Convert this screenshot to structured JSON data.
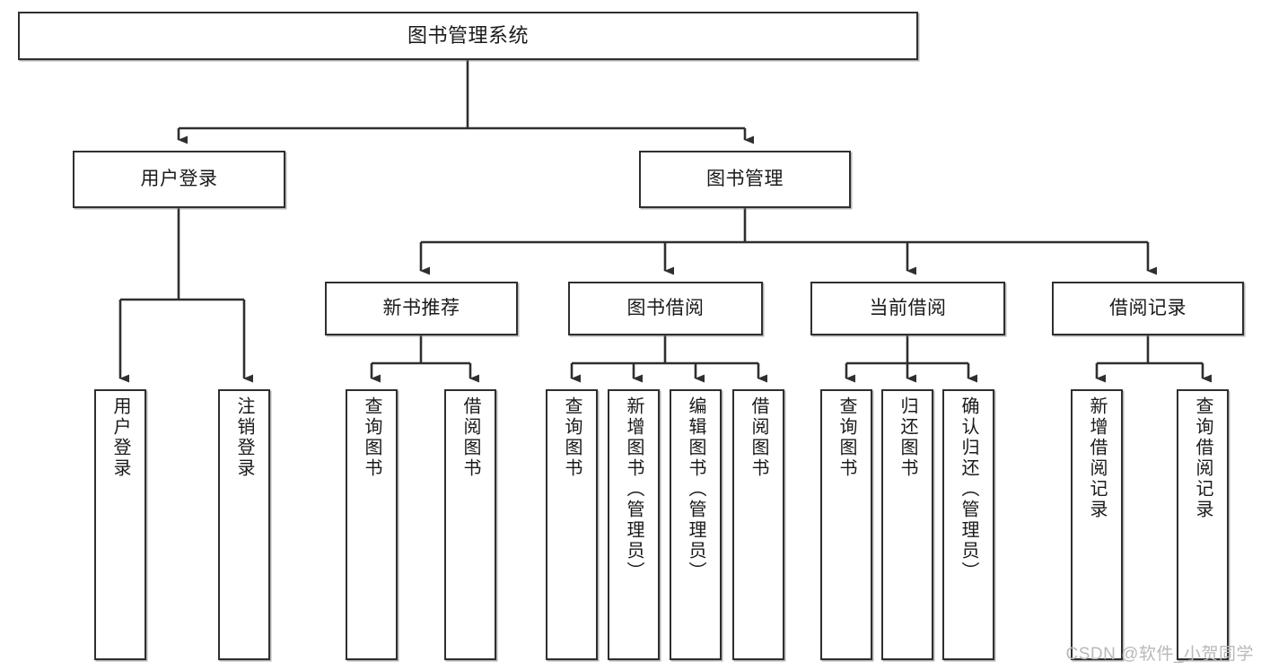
{
  "diagram": {
    "title": "图书管理系统",
    "type": "tree",
    "orientation": "top-down",
    "colors": {
      "node_border": "#2f2f2f",
      "node_fill": "#ffffff",
      "edge": "#2f2f2f",
      "text": "#1a1a1a",
      "watermark": "#b9b9b9",
      "canvas": "#ffffff"
    }
  },
  "nodes": {
    "root": {
      "label": "图书管理系统"
    },
    "level2": [
      {
        "id": "user-login",
        "label": "用户登录"
      },
      {
        "id": "book-management",
        "label": "图书管理"
      }
    ],
    "level3": [
      {
        "id": "new-book-recommend",
        "label": "新书推荐"
      },
      {
        "id": "book-borrow",
        "label": "图书借阅"
      },
      {
        "id": "current-borrow",
        "label": "当前借阅"
      },
      {
        "id": "borrow-record",
        "label": "借阅记录"
      }
    ],
    "leaves": {
      "user_login": [
        {
          "id": "leaf-user-login",
          "label": "用户登录"
        },
        {
          "id": "leaf-logout-login",
          "label": "注销登录"
        }
      ],
      "new_book_recommend": [
        {
          "id": "leaf-query-book-1",
          "label": "查询图书"
        },
        {
          "id": "leaf-borrow-book-1",
          "label": "借阅图书"
        }
      ],
      "book_borrow": [
        {
          "id": "leaf-query-book-2",
          "label": "查询图书"
        },
        {
          "id": "leaf-add-book",
          "label": "新增图书（管理员）"
        },
        {
          "id": "leaf-edit-book",
          "label": "编辑图书（管理员）"
        },
        {
          "id": "leaf-borrow-book-2",
          "label": "借阅图书"
        }
      ],
      "current_borrow": [
        {
          "id": "leaf-query-book-3",
          "label": "查询图书"
        },
        {
          "id": "leaf-return-book",
          "label": "归还图书"
        },
        {
          "id": "leaf-confirm-return",
          "label": "确认归还（管理员）"
        }
      ],
      "borrow_record": [
        {
          "id": "leaf-add-record",
          "label": "新增借阅记录"
        },
        {
          "id": "leaf-query-record",
          "label": "查询借阅记录"
        }
      ]
    }
  },
  "watermark": {
    "text": "CSDN @软件_小贺同学"
  }
}
